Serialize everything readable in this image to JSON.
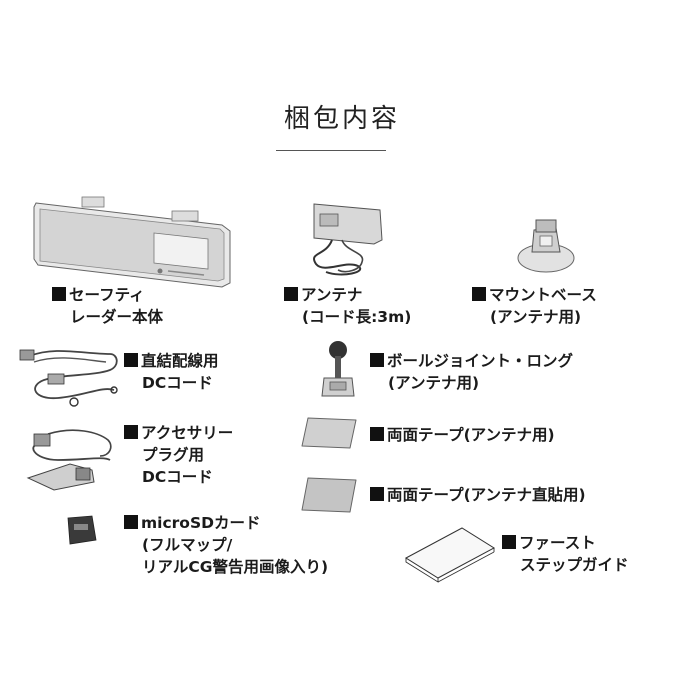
{
  "title": "梱包内容",
  "items": [
    {
      "lines": [
        "セーフティ",
        "レーダー本体"
      ]
    },
    {
      "lines": [
        "アンテナ",
        "(コード長:3m)"
      ]
    },
    {
      "lines": [
        "マウントベース",
        "(アンテナ用)"
      ]
    },
    {
      "lines": [
        "直結配線用",
        "DCコード"
      ]
    },
    {
      "lines": [
        "ボールジョイント・ロング",
        "(アンテナ用)"
      ]
    },
    {
      "lines": [
        "アクセサリー",
        "プラグ用",
        "DCコード"
      ]
    },
    {
      "lines": [
        "両面テープ(アンテナ用)"
      ]
    },
    {
      "lines": [
        "両面テープ(アンテナ直貼用)"
      ]
    },
    {
      "lines": [
        "microSDカード",
        "(フルマップ/",
        "リアルCG警告用画像入り)"
      ]
    },
    {
      "lines": [
        "ファースト",
        "ステップガイド"
      ]
    }
  ]
}
